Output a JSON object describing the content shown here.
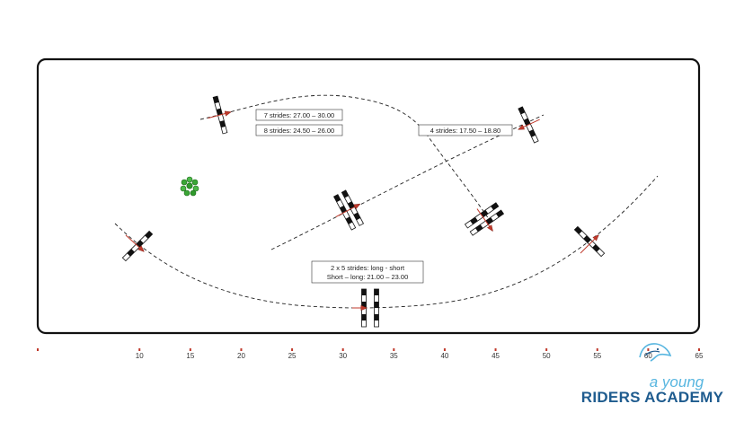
{
  "course": {
    "labels": {
      "seven_strides": "7 strides: 27.00 – 30.00",
      "eight_strides": "8 strides: 24.50 – 26.00",
      "four_strides": "4 strides:  17.50 – 18.80",
      "double_line1": "2  x 5 strides: long  - short",
      "double_line2": "Short – long:  21.00 – 23.00"
    },
    "colors": {
      "arena_border": "#111111",
      "track": "#222222",
      "pole_dark": "#111111",
      "pole_light": "#ffffff",
      "direction_arrow": "#c0392b",
      "shrub": "#3aa636",
      "scale_tick": "#c0392b"
    }
  },
  "scale": {
    "ticks": [
      "10",
      "15",
      "20",
      "25",
      "30",
      "35",
      "40",
      "45",
      "50",
      "55",
      "60",
      "65"
    ]
  },
  "brand": {
    "line1": "a young",
    "line2": "RIDERS ACADEMY",
    "logo_icon": "horse-head-icon"
  }
}
